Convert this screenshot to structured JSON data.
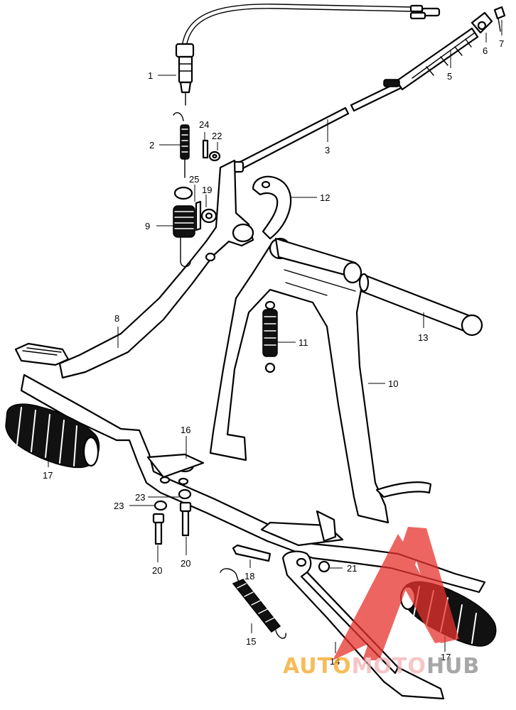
{
  "callouts": [
    {
      "id": "c1",
      "text": "1"
    },
    {
      "id": "c2",
      "text": "2"
    },
    {
      "id": "c3",
      "text": "3"
    },
    {
      "id": "c5",
      "text": "5"
    },
    {
      "id": "c6",
      "text": "6"
    },
    {
      "id": "c7",
      "text": "7"
    },
    {
      "id": "c8",
      "text": "8"
    },
    {
      "id": "c9",
      "text": "9"
    },
    {
      "id": "c10",
      "text": "10"
    },
    {
      "id": "c11",
      "text": "11"
    },
    {
      "id": "c12",
      "text": "12"
    },
    {
      "id": "c13",
      "text": "13"
    },
    {
      "id": "c14",
      "text": "14"
    },
    {
      "id": "c15",
      "text": "15"
    },
    {
      "id": "c16",
      "text": "16"
    },
    {
      "id": "c17a",
      "text": "17"
    },
    {
      "id": "c17b",
      "text": "17"
    },
    {
      "id": "c18",
      "text": "18"
    },
    {
      "id": "c19",
      "text": "19"
    },
    {
      "id": "c20a",
      "text": "20"
    },
    {
      "id": "c20b",
      "text": "20"
    },
    {
      "id": "c21",
      "text": "21"
    },
    {
      "id": "c22",
      "text": "22"
    },
    {
      "id": "c23a",
      "text": "23"
    },
    {
      "id": "c23b",
      "text": "23"
    },
    {
      "id": "c24",
      "text": "24"
    },
    {
      "id": "c25",
      "text": "25"
    }
  ],
  "watermark": {
    "part1": "AUTO",
    "part2": "MOTO",
    "part3": "HUB",
    "color_auto": "#f5a623",
    "color_moto": "#f3b3b3",
    "color_hub": "#8a8a8a",
    "triangle_color": "#e8322d"
  }
}
